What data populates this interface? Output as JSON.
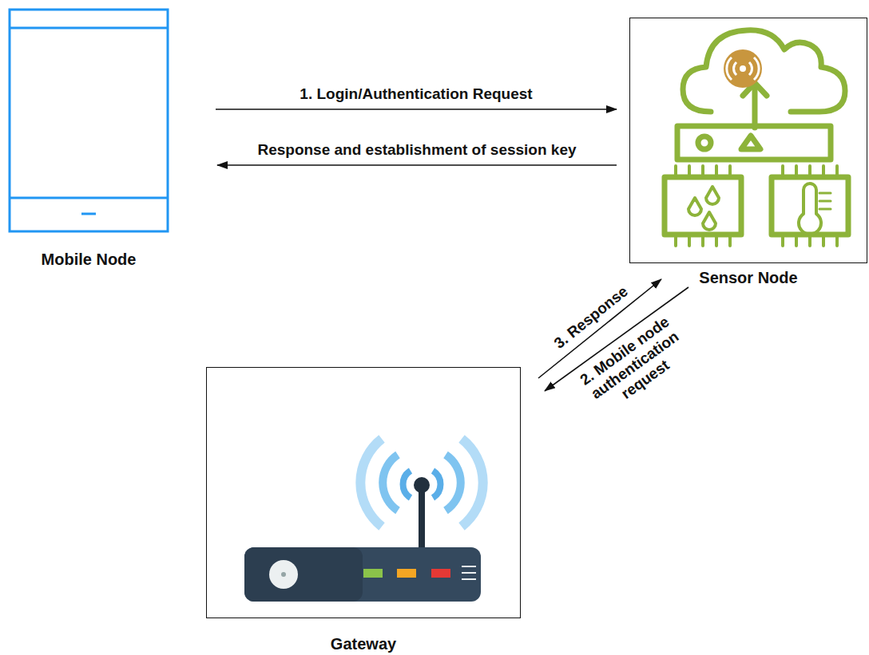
{
  "diagram": {
    "nodes": [
      {
        "text": [
          "Mobile Node"
        ]
      },
      {
        "text": [
          "Sensor Node"
        ]
      },
      {
        "text": [
          "Gateway"
        ]
      }
    ],
    "edges": [
      {
        "from": 0,
        "to": 1,
        "arrow": "to",
        "label": "1. Login/Authentication Request"
      },
      {
        "from": 1,
        "to": 0,
        "arrow": "to",
        "label": "Response and establishment of session key"
      },
      {
        "from": 1,
        "to": 2,
        "arrow": "to",
        "label": "2. Mobile node authentication request"
      },
      {
        "from": 2,
        "to": 1,
        "arrow": "to",
        "label": "3. Response"
      }
    ]
  }
}
